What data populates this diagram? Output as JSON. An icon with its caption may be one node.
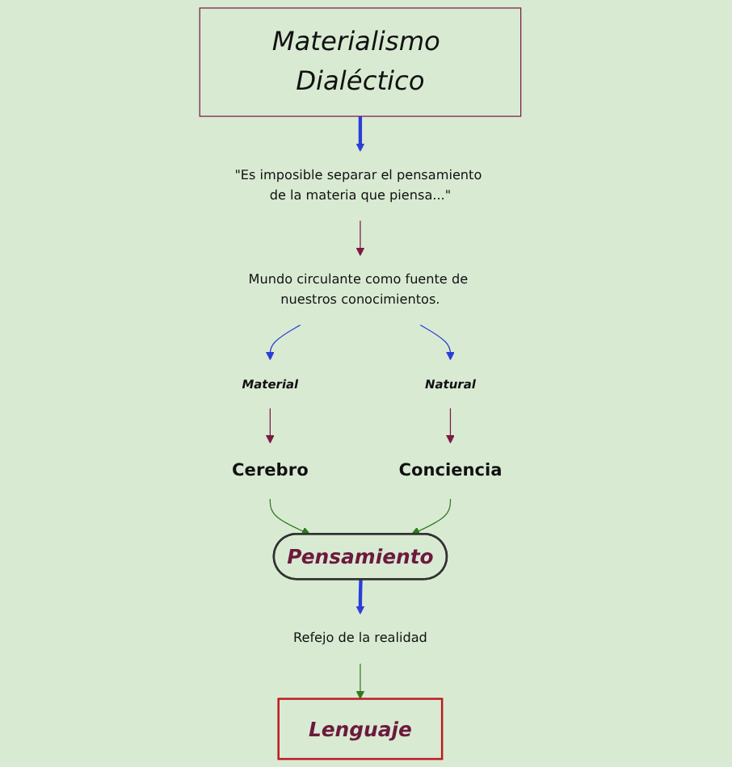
{
  "diagram": {
    "nodes": [
      {
        "text": [
          "Materialismo Dialéctico"
        ]
      },
      {
        "text": [
          "\"Es imposible separar el pensamiento de la materia que piensa...\""
        ]
      },
      {
        "text": [
          "Mundo circulante como fuente de nuestros conocimientos."
        ]
      },
      {
        "text": [
          "Material"
        ]
      },
      {
        "text": [
          "Natural"
        ]
      },
      {
        "text": [
          "Pensamiento"
        ]
      },
      {
        "text": [
          "Cerebro"
        ]
      },
      {
        "text": [
          "Conciencia"
        ]
      },
      {
        "text": [
          "Refejo de la realidad"
        ]
      },
      {
        "text": [
          "Lenguaje"
        ]
      }
    ],
    "edges": [
      {
        "from": 0,
        "to": 1,
        "arrow": "to",
        "style": "thick",
        "color": "#2a3fd6"
      },
      {
        "from": 1,
        "to": 2,
        "arrow": "to",
        "color": "#7a1a45"
      },
      {
        "from": 2,
        "to": 3,
        "arrow": "to",
        "color": "#2a3fd6"
      },
      {
        "from": 2,
        "to": 4,
        "arrow": "to",
        "color": "#2a3fd6"
      },
      {
        "from": 3,
        "to": 6,
        "arrow": "to",
        "color": "#7a1a45"
      },
      {
        "from": 4,
        "to": 7,
        "arrow": "to",
        "color": "#7a1a45"
      },
      {
        "from": 6,
        "to": 5,
        "arrow": "to",
        "color": "#2e7a1e"
      },
      {
        "from": 7,
        "to": 5,
        "arrow": "to",
        "color": "#2e7a1e"
      },
      {
        "from": 5,
        "to": 8,
        "arrow": "to",
        "style": "thick",
        "color": "#2a3fd6"
      },
      {
        "from": 8,
        "to": 9,
        "arrow": "to",
        "color": "#2e7a1e"
      }
    ]
  }
}
